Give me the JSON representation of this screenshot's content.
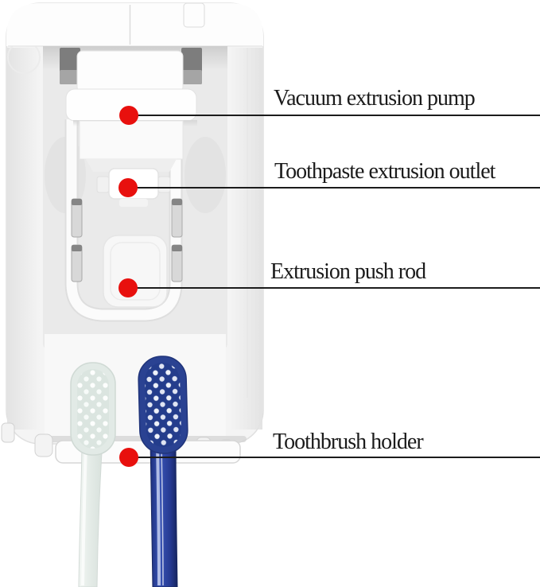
{
  "figure": {
    "callouts": [
      {
        "id": "vacuum-extrusion-pump",
        "label": "Vacuum extrusion pump"
      },
      {
        "id": "toothpaste-extrusion-outlet",
        "label": "Toothpaste extrusion outlet"
      },
      {
        "id": "extrusion-push-rod",
        "label": "Extrusion push rod"
      },
      {
        "id": "toothbrush-holder",
        "label": "Toothbrush holder"
      }
    ],
    "colors": {
      "dot": "#e8100e",
      "line": "#1c1c1c",
      "text": "#1b1b1b",
      "blue_toothbrush": "#2a4292",
      "mint_toothbrush": "#e2eae6",
      "dispenser_body": "#f4f4f4"
    }
  }
}
